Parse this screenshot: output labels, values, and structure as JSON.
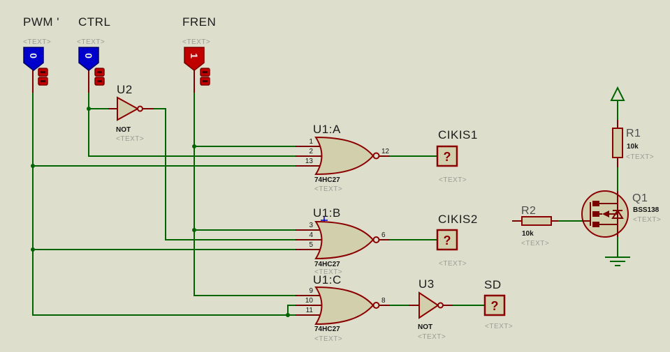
{
  "colors": {
    "background": "#dedecd",
    "wire_green": "#006400",
    "component_maroon": "#8b0000",
    "component_fill": "#d2cfac",
    "logic_blue": "#0000cc",
    "logic_red": "#c00000",
    "placeholder_gray": "#9c9c94"
  },
  "inputs": [
    {
      "label": "PWM '",
      "placeholder": "<TEXT>",
      "state": "0"
    },
    {
      "label": "CTRL",
      "placeholder": "<TEXT>",
      "state": "0"
    },
    {
      "label": "FREN",
      "placeholder": "<TEXT>",
      "state": "1"
    }
  ],
  "not_gates": [
    {
      "ref": "U2",
      "type": "NOT",
      "placeholder": "<TEXT>"
    },
    {
      "ref": "U3",
      "type": "NOT",
      "placeholder": "<TEXT>"
    }
  ],
  "nor_gates": [
    {
      "ref": "U1:A",
      "device": "74HC27",
      "placeholder": "<TEXT>",
      "pin_in": [
        "1",
        "2",
        "13"
      ],
      "pin_out": "12"
    },
    {
      "ref": "U1:B",
      "device": "74HC27",
      "placeholder": "<TEXT>",
      "pin_in": [
        "3",
        "4",
        "5"
      ],
      "pin_out": "6"
    },
    {
      "ref": "U1:C",
      "device": "74HC27",
      "placeholder": "<TEXT>",
      "pin_in": [
        "9",
        "10",
        "11"
      ],
      "pin_out": "8"
    }
  ],
  "probes": [
    {
      "label": "CIKIS1",
      "value": "?",
      "placeholder": "<TEXT>"
    },
    {
      "label": "CIKIS2",
      "value": "?",
      "placeholder": "<TEXT>"
    },
    {
      "label": "SD",
      "value": "?",
      "placeholder": "<TEXT>"
    }
  ],
  "resistors": [
    {
      "ref": "R1",
      "value": "10k",
      "placeholder": "<TEXT>"
    },
    {
      "ref": "R2",
      "value": "10k",
      "placeholder": "<TEXT>"
    }
  ],
  "mosfet": {
    "ref": "Q1",
    "device": "BSS138",
    "placeholder": "<TEXT>"
  }
}
